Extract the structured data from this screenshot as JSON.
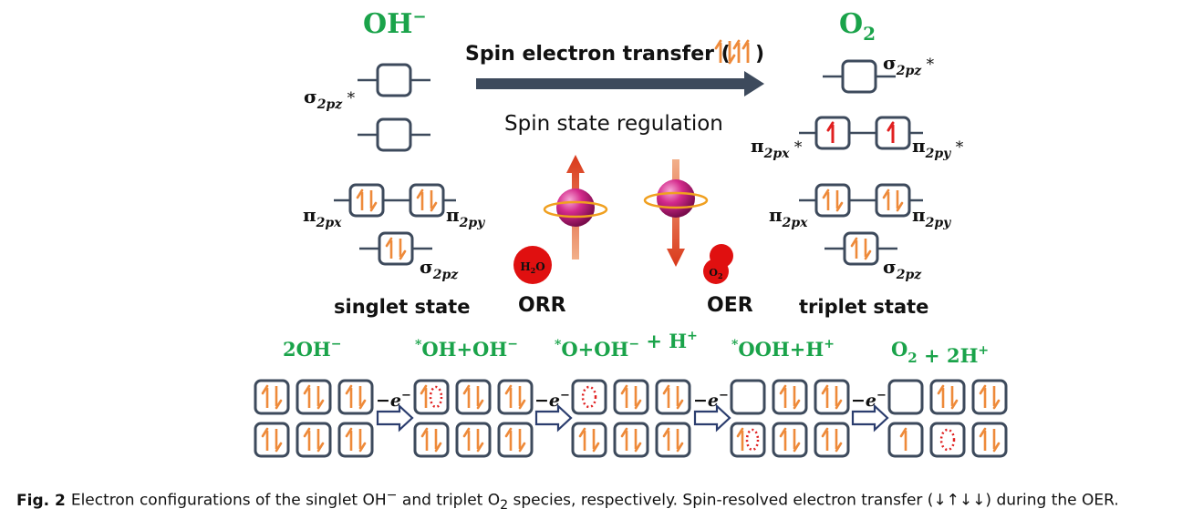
{
  "colors": {
    "green": "#1aa34a",
    "orange": "#ee8a3a",
    "red": "#e02020",
    "box": "#3d4a5c",
    "arrow": "#3d4a5c",
    "open_arrow": "#2b3d6e",
    "sphere": "#d42a8c"
  },
  "species": {
    "left_title": "OH",
    "left_title_sup": "−",
    "right_title": "O",
    "right_title_sub": "2"
  },
  "transfer": {
    "label": "Spin electron transfer (",
    "label_end": ")",
    "spins": [
      "up",
      "down",
      "up",
      "up"
    ]
  },
  "regulation": {
    "label": "Spin state regulation"
  },
  "orbitals": {
    "sigma": "σ",
    "pi": "π",
    "sub_2pz": "2pz",
    "sub_2px": "2px",
    "sub_2py": "2py",
    "star": " *"
  },
  "states": {
    "singlet": "singlet state",
    "triplet": "triplet state"
  },
  "reactions": {
    "orr": "ORR",
    "oer": "OER"
  },
  "molecules": {
    "h2o": "H",
    "h2o_sub": "2",
    "h2o_end": "O",
    "o2": "O",
    "o2_sub": "2"
  },
  "steps": [
    {
      "pre": "",
      "main": "2OH",
      "sup": "−",
      "tail": ""
    },
    {
      "pre": "*",
      "main": "OH+OH",
      "sup": "−",
      "tail": ""
    },
    {
      "pre": "*",
      "main": "O+OH",
      "sup": "−",
      "tail": " + H",
      "tail_sup": "+"
    },
    {
      "pre": "*",
      "main": "OOH+H",
      "sup": "+",
      "tail": ""
    },
    {
      "pre": "",
      "main": "O",
      "sub": "2",
      "tail": " + 2H",
      "tail_sup": "+"
    }
  ],
  "electron_step_label": {
    "minus": "−e",
    "sup": "−"
  },
  "step_configs": [
    {
      "top": [
        "ud",
        "ud",
        "ud"
      ],
      "bottom": [
        "ud",
        "ud",
        "ud"
      ]
    },
    {
      "top": [
        "uh",
        "ud",
        "ud"
      ],
      "bottom": [
        "ud",
        "ud",
        "ud"
      ]
    },
    {
      "top": [
        "h",
        "ud",
        "ud"
      ],
      "bottom": [
        "ud",
        "ud",
        "ud"
      ]
    },
    {
      "top": [
        "e",
        "ud",
        "ud"
      ],
      "bottom": [
        "uh",
        "ud",
        "ud"
      ]
    },
    {
      "top": [
        "e",
        "ud",
        "ud"
      ],
      "bottom": [
        "u",
        "h",
        "ud"
      ]
    }
  ],
  "caption": {
    "fig": "Fig.  2",
    "text1": "Electron configurations of the singlet OH",
    "text1_sup": "−",
    "text2": " and triplet O",
    "text2_sub": "2",
    "text3": " species, respectively. Spin-resolved electron transfer (↓↑↓↓) during the OER."
  }
}
